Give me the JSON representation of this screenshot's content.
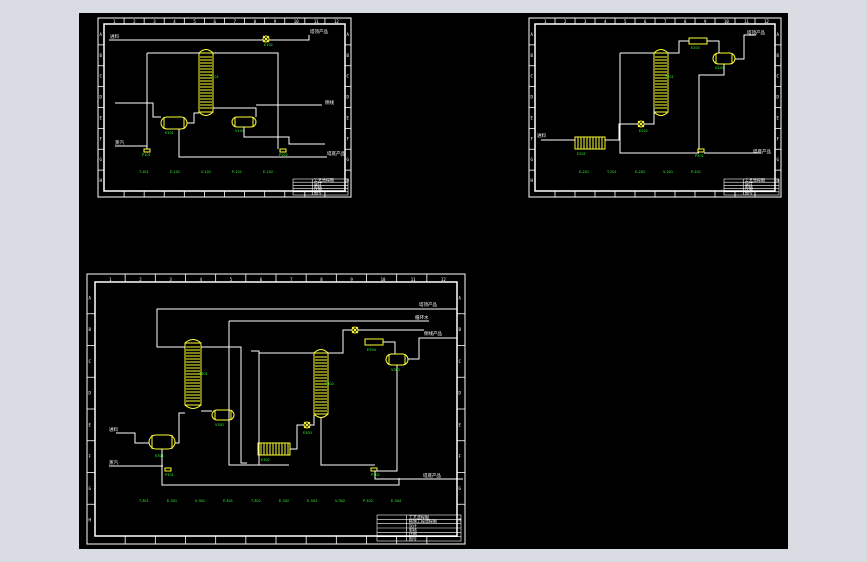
{
  "colors": {
    "background": "#000000",
    "frame": "#ffffff",
    "equipment": "#ffff33",
    "labels": "#33ff33",
    "app_chrome": "#d9dde3"
  },
  "sheets": [
    {
      "id": "sheet1",
      "streams": [
        "进料",
        "塔顶产品",
        "侧线",
        "塔底产品",
        "蒸汽"
      ],
      "equipment_labels": [
        "T-101",
        "E-101",
        "V-101",
        "P-101",
        "E-102"
      ],
      "tags": [
        "T101",
        "E101",
        "E102",
        "V101",
        "P101",
        "P102"
      ],
      "title_block": [
        "工艺流程图",
        "设计",
        "审核",
        "比例",
        "图号"
      ]
    },
    {
      "id": "sheet2",
      "streams": [
        "进料",
        "塔顶产品",
        "塔底产品"
      ],
      "equipment_labels": [
        "E-201",
        "T-201",
        "E-202",
        "V-201",
        "P-201"
      ],
      "tags": [
        "E201",
        "T201",
        "E202",
        "V201",
        "P201",
        "E203"
      ],
      "title_block": [
        "工艺流程图",
        "设计",
        "审核",
        "比例",
        "图号"
      ]
    },
    {
      "id": "sheet3",
      "streams": [
        "进料",
        "蒸汽",
        "塔顶产品",
        "侧线产品",
        "塔底产品",
        "循环水"
      ],
      "equipment_labels": [
        "T-301",
        "E-301",
        "V-301",
        "P-301",
        "T-302",
        "E-302",
        "E-303",
        "V-302",
        "P-302",
        "E-304"
      ],
      "tags": [
        "T301",
        "E301",
        "V301",
        "P301",
        "T302",
        "E302",
        "E303",
        "V302",
        "P302",
        "E304"
      ],
      "title_block": [
        "工艺流程图",
        "精馏工段流程图",
        "设计",
        "审核",
        "比例",
        "图号"
      ]
    }
  ],
  "border_letters": [
    "A",
    "B",
    "C",
    "D",
    "E",
    "F",
    "G",
    "H"
  ],
  "border_numbers": [
    "1",
    "2",
    "3",
    "4",
    "5",
    "6",
    "7",
    "8",
    "9",
    "10",
    "11",
    "12"
  ]
}
